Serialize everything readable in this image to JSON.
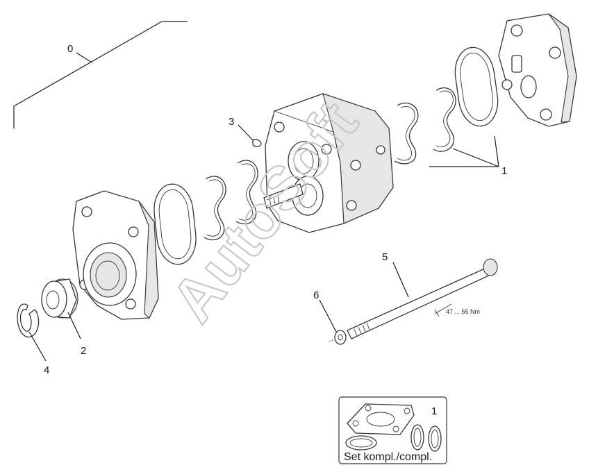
{
  "diagram": {
    "callouts": [
      {
        "id": "c0",
        "label": "0"
      },
      {
        "id": "c1",
        "label": "1"
      },
      {
        "id": "c2",
        "label": "2"
      },
      {
        "id": "c3",
        "label": "3"
      },
      {
        "id": "c4",
        "label": "4"
      },
      {
        "id": "c5",
        "label": "5"
      },
      {
        "id": "c6",
        "label": "6"
      }
    ],
    "torque_note": "47 ... 55 Nm",
    "watermark": "AutoSoft",
    "kit": {
      "number": "1",
      "label": "Set kompl./compl."
    }
  }
}
